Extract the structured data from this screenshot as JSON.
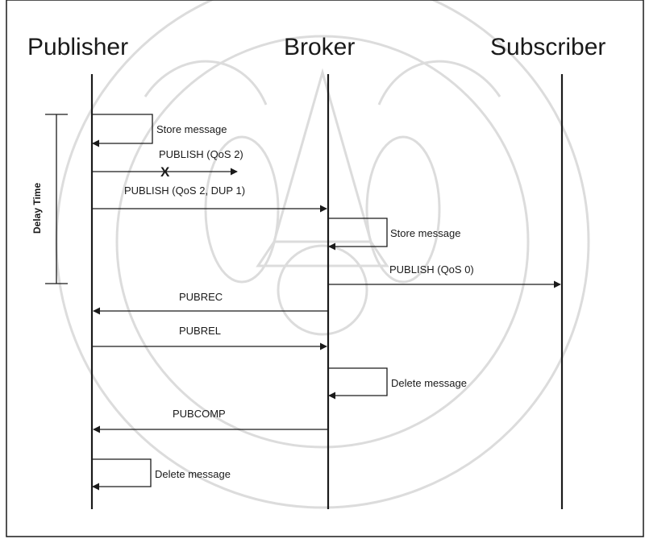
{
  "actors": {
    "publisher": "Publisher",
    "broker": "Broker",
    "subscriber": "Subscriber"
  },
  "delay_label": "Delay Time",
  "lost_marker": "X",
  "messages": {
    "store_pub": "Store message",
    "publish_qos2": "PUBLISH (QoS 2)",
    "publish_dup": "PUBLISH (QoS 2, DUP 1)",
    "store_broker": "Store message",
    "publish_qos0": "PUBLISH (QoS 0)",
    "pubrec": "PUBREC",
    "pubrel": "PUBREL",
    "delete_broker": "Delete message",
    "pubcomp": "PUBCOMP",
    "delete_pub": "Delete message"
  },
  "watermark_present": true
}
